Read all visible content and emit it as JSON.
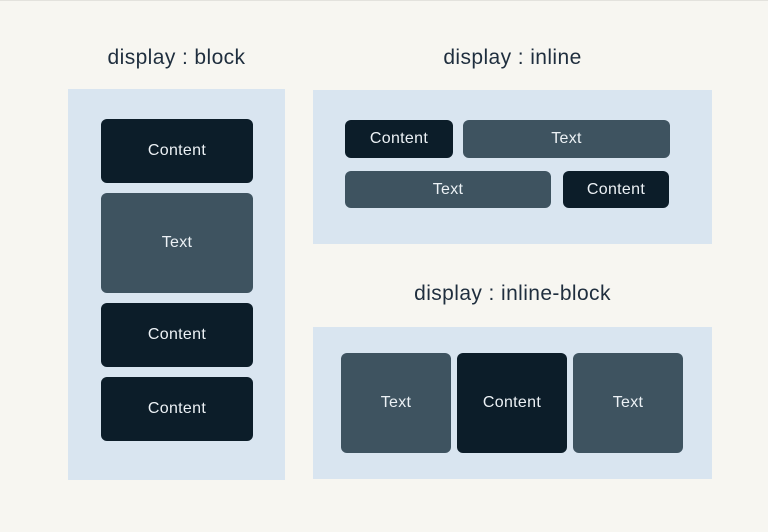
{
  "colors": {
    "background": "#f7f6f1",
    "panel": "#d9e5f0",
    "dark_box": "#0c1d29",
    "slate_box": "#3e5360",
    "title_text": "#1f2e3e",
    "box_label_text": "#ecf1f5"
  },
  "sections": {
    "block": {
      "title": "display : block",
      "boxes": [
        {
          "label": "Content",
          "variant": "dark"
        },
        {
          "label": "Text",
          "variant": "slate"
        },
        {
          "label": "Content",
          "variant": "dark"
        },
        {
          "label": "Content",
          "variant": "dark"
        }
      ]
    },
    "inline": {
      "title": "display : inline",
      "rows": [
        [
          {
            "label": "Content",
            "variant": "dark"
          },
          {
            "label": "Text",
            "variant": "slate"
          }
        ],
        [
          {
            "label": "Text",
            "variant": "slate"
          },
          {
            "label": "Content",
            "variant": "dark"
          }
        ]
      ]
    },
    "inline_block": {
      "title": "display : inline-block",
      "boxes": [
        {
          "label": "Text",
          "variant": "slate"
        },
        {
          "label": "Content",
          "variant": "dark"
        },
        {
          "label": "Text",
          "variant": "slate"
        }
      ]
    }
  }
}
